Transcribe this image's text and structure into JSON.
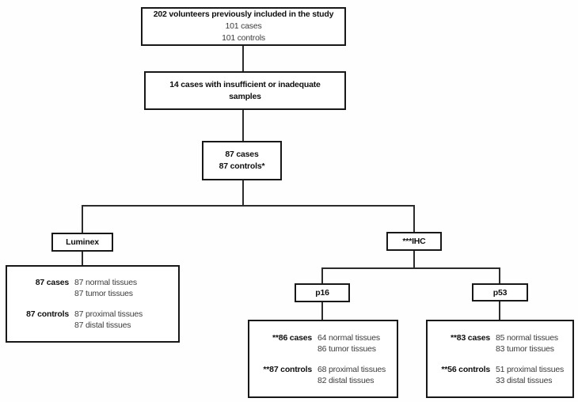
{
  "diagram": {
    "volunteers_box": {
      "title": "202 volunteers previously included in the study",
      "cases": "101 cases",
      "controls": "101 controls"
    },
    "exclusion_box": {
      "line1": "14 cases with insufficient or inadequate",
      "line2": "samples"
    },
    "eligible_box": {
      "cases": "87 cases",
      "controls": "87 controls*"
    },
    "branches": {
      "luminex": {
        "label": "Luminex",
        "detail": {
          "rows": [
            {
              "label": "87 cases",
              "values": [
                "87 normal tissues",
                "87 tumor tissues"
              ]
            },
            {
              "label": "87 controls",
              "values": [
                "87 proximal tissues",
                "87 distal tissues"
              ]
            }
          ]
        }
      },
      "ihc": {
        "label": "***IHC",
        "p16": {
          "label": "p16",
          "detail": {
            "rows": [
              {
                "label": "**86 cases",
                "values": [
                  "64 normal tissues",
                  "86 tumor tissues"
                ]
              },
              {
                "label": "**87 controls",
                "values": [
                  "68 proximal tissues",
                  "82 distal tissues"
                ]
              }
            ]
          }
        },
        "p53": {
          "label": "p53",
          "detail": {
            "rows": [
              {
                "label": "**83 cases",
                "values": [
                  "85 normal tissues",
                  "83 tumor tissues"
                ]
              },
              {
                "label": "**56 controls",
                "values": [
                  "51 proximal tissues",
                  "33 distal tissues"
                ]
              }
            ]
          }
        }
      }
    }
  }
}
